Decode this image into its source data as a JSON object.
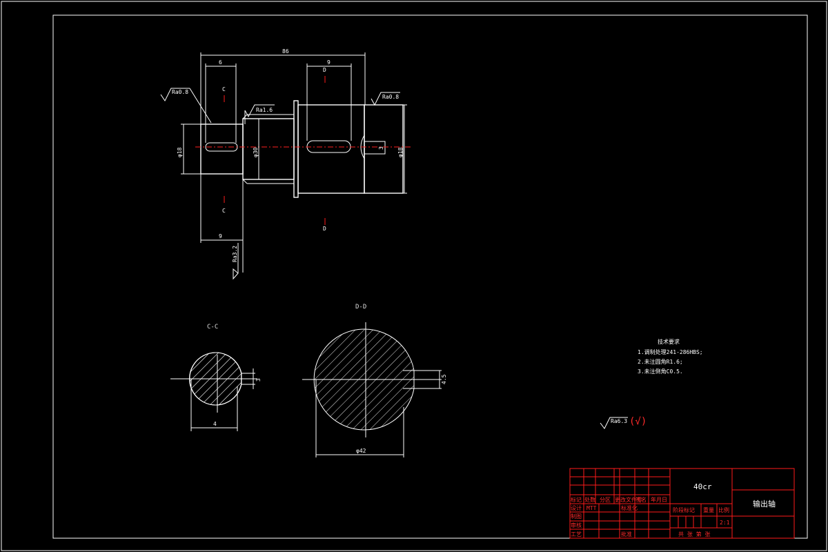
{
  "views": {
    "front": {
      "section_mark_c": "C",
      "section_mark_d": "D",
      "dim_total": "86",
      "dim_key_c": "6",
      "dim_key_d": "9",
      "dim_bottom": "9",
      "dim_dia_left": "φ18",
      "dim_dia_mid": "φ30",
      "dim_dia_right": "φ18",
      "dim_small": "3",
      "rough_left": "Ra0.8",
      "rough_mid": "Ra1.6",
      "rough_right": "Ra0.8",
      "rough_bottom": "Ra3.2"
    },
    "section_cc": {
      "title": "C-C",
      "dim_width": "4",
      "dim_key": "3"
    },
    "section_dd": {
      "title": "D-D",
      "dim_dia": "φ42",
      "dim_key": "4.5"
    }
  },
  "notes": {
    "title": "技术要求",
    "items": [
      "1.调制处理241-286HBS;",
      "2.未注圆角R1.6;",
      "3.未注倒角C0.5."
    ]
  },
  "general_roughness": {
    "symbol": "Ra6.3",
    "paren": "(√)"
  },
  "title_block": {
    "material": "40cr",
    "part_name": "输出轴",
    "labels": {
      "mark": "标记",
      "count": "处数",
      "zone": "分区",
      "change_doc": "更改文件号",
      "sign": "签名",
      "date": "年月日",
      "design": "设计",
      "designer": "MTT",
      "standardize": "标准化",
      "drawing": "制图",
      "review": "审核",
      "process": "工艺",
      "approve": "批准",
      "stage_mark": "阶段标记",
      "weight": "重量",
      "scale": "比例",
      "scale_value": "2:1",
      "sheets": "共 张 第 张"
    }
  },
  "colors": {
    "background": "#000000",
    "line": "#ffffff",
    "centerline": "#ff2020",
    "title_block": "#ff1a1a"
  }
}
